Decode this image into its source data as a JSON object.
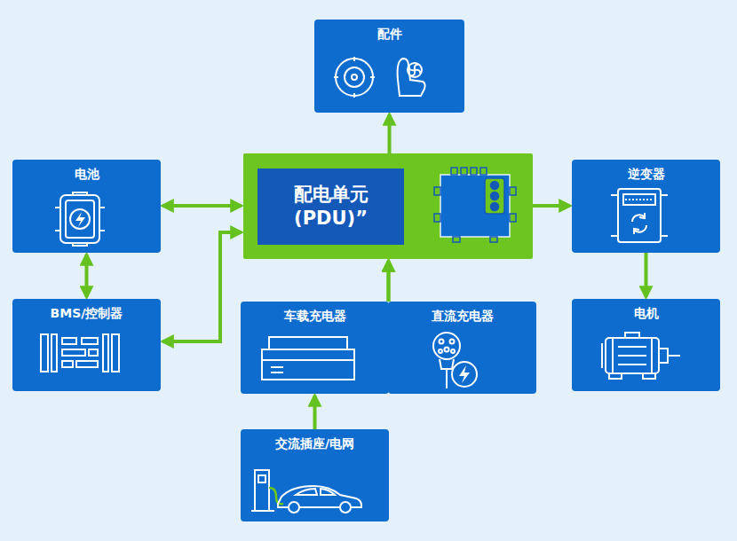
{
  "diagram": {
    "nodes": [
      {
        "text": [
          "配件"
        ]
      },
      {
        "text": [
          "电池"
        ]
      },
      {
        "text": [
          "配电单元 (PDU)”"
        ]
      },
      {
        "text": [
          "逆变器"
        ]
      },
      {
        "text": [
          "BMS/控制器"
        ]
      },
      {
        "text": [
          "车载充电器"
        ]
      },
      {
        "text": [
          "直流充电器"
        ]
      },
      {
        "text": [
          "电机"
        ]
      },
      {
        "text": [
          "交流插座/电网"
        ]
      }
    ],
    "edges": [
      {
        "from": 2,
        "to": 0,
        "arrow": "to"
      },
      {
        "from": 1,
        "to": 2,
        "arrow": "both"
      },
      {
        "from": 1,
        "to": 4,
        "arrow": "both"
      },
      {
        "from": 4,
        "to": 2,
        "arrow": "both"
      },
      {
        "from": 2,
        "to": 3,
        "arrow": "to"
      },
      {
        "from": 3,
        "to": 7,
        "arrow": "to"
      },
      {
        "from": 5,
        "to": 2,
        "arrow": "to"
      },
      {
        "from": 6,
        "to": 2,
        "arrow": "to"
      },
      {
        "from": 8,
        "to": 5,
        "arrow": "to"
      }
    ]
  }
}
